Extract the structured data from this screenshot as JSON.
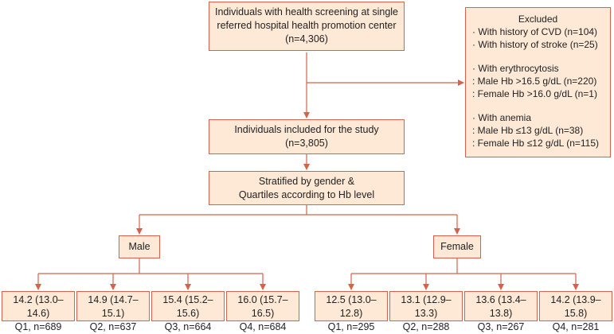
{
  "screening": {
    "line1": "Individuals with health screening at single",
    "line2": "referred hospital health promotion center",
    "line3": "(n=4,306)"
  },
  "excluded": {
    "title": "Excluded",
    "lines": [
      "· With history of CVD (n=104)",
      "· With history of stroke (n=25)",
      "",
      "· With erythrocytosis",
      " : Male Hb >16.5 g/dL (n=220)",
      " : Female Hb >16.0 g/dL (n=1)",
      "",
      "· With anemia",
      " : Male Hb ≤13 g/dL (n=38)",
      " : Female Hb ≤12 g/dL (n=115)"
    ]
  },
  "included": {
    "line1": "Individuals included for the study",
    "line2": "(n=3,805)"
  },
  "stratified": {
    "line1": "Stratified by gender &",
    "line2": "Quartiles according to Hb level"
  },
  "male": {
    "label": "Male"
  },
  "female": {
    "label": "Female"
  },
  "male_quartiles": [
    {
      "range": "14.2 (13.0–14.6)",
      "count": "Q1, n=689"
    },
    {
      "range": "14.9 (14.7–15.1)",
      "count": "Q2, n=637"
    },
    {
      "range": "15.4 (15.2–15.6)",
      "count": "Q3, n=664"
    },
    {
      "range": "16.0 (15.7–16.5)",
      "count": "Q4, n=684"
    }
  ],
  "female_quartiles": [
    {
      "range": "12.5 (13.0–12.8)",
      "count": "Q1, n=295"
    },
    {
      "range": "13.1 (12.9–13.3)",
      "count": "Q2, n=288"
    },
    {
      "range": "13.6 (13.4–13.8)",
      "count": "Q3, n=267"
    },
    {
      "range": "14.2 (13.9–15.8)",
      "count": "Q4, n=281"
    }
  ],
  "colors": {
    "box_fill": "#fde9d6",
    "line": "#d6614c"
  }
}
